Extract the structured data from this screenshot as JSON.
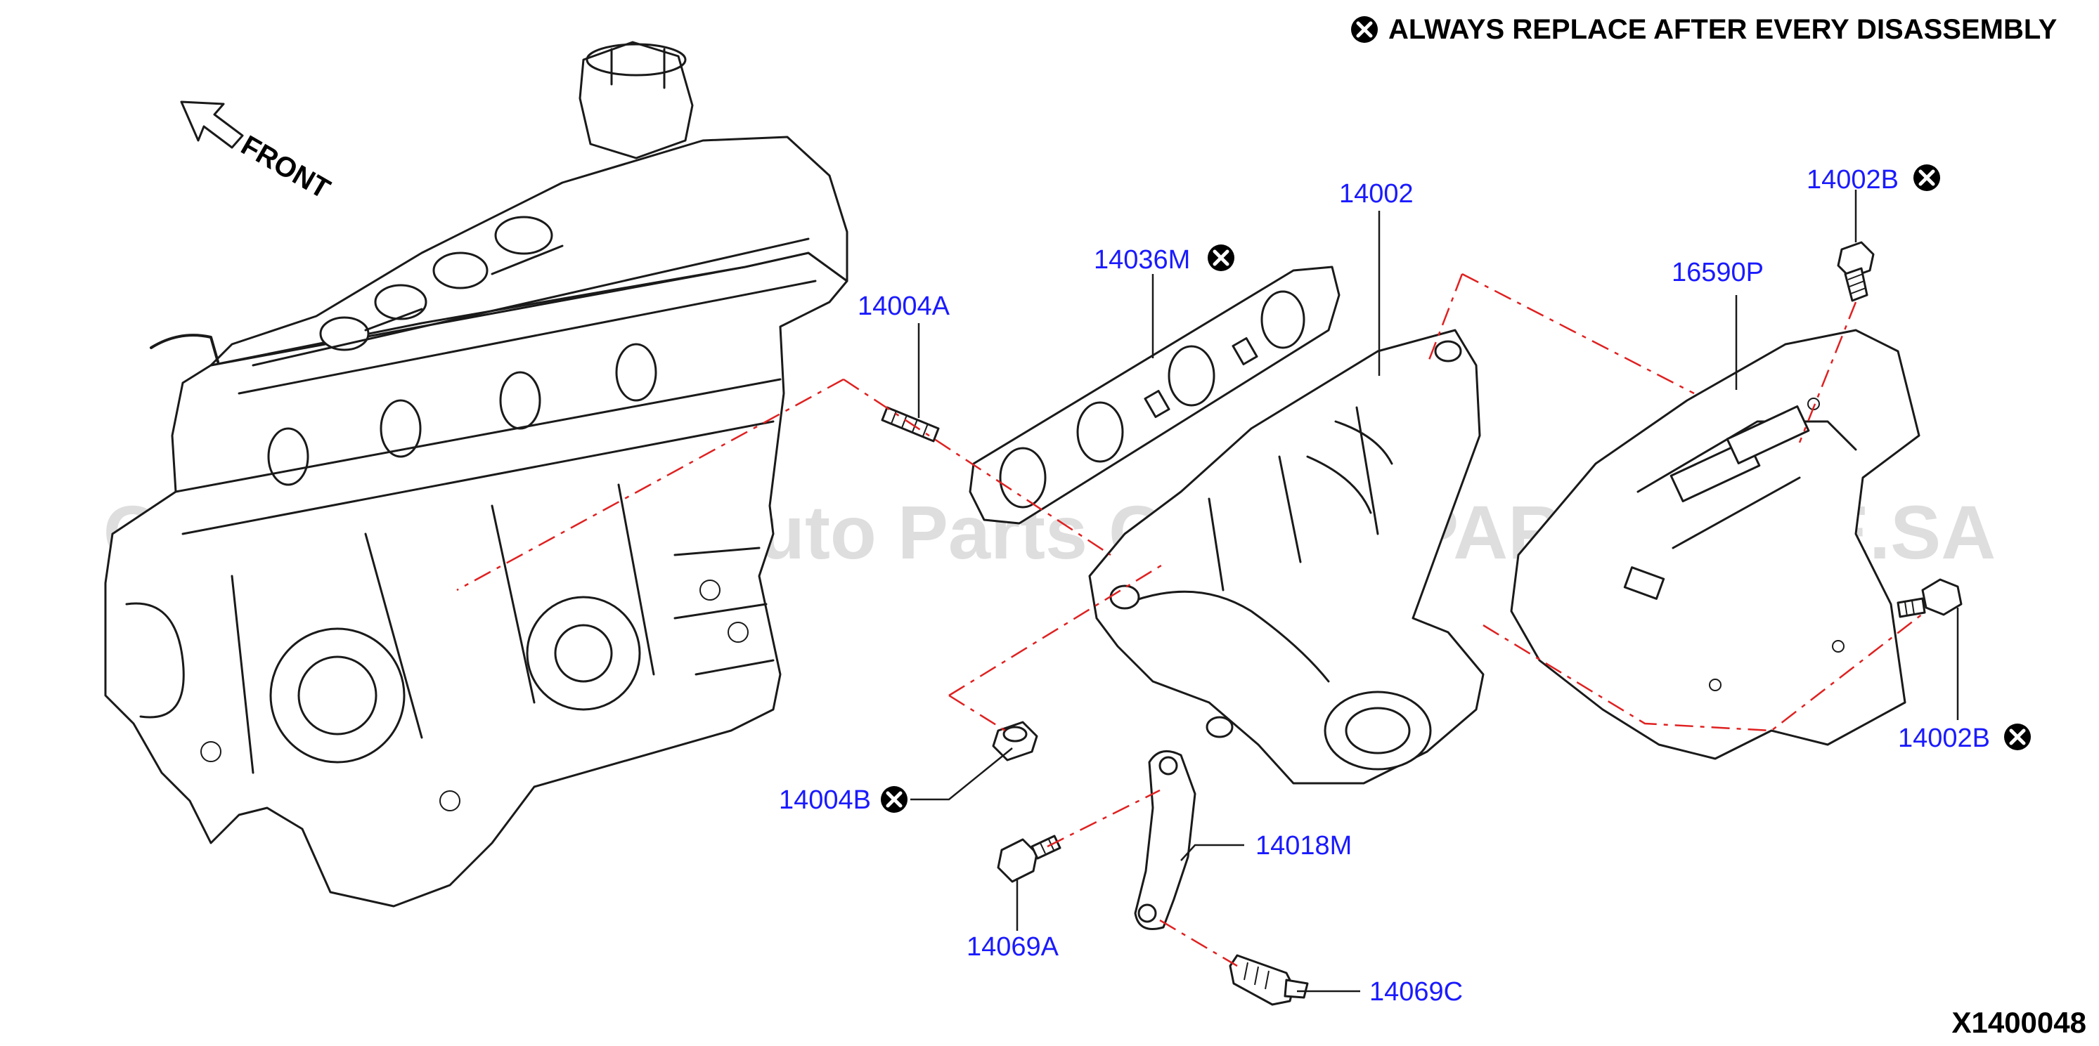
{
  "header": {
    "notice": "ALWAYS REPLACE AFTER EVERY DISASSEMBLY"
  },
  "watermark": "Offers Merchant Auto Parts Catalog PARTSTORE.SA",
  "front_label": "FRONT",
  "diagram_id": "X1400048",
  "parts": [
    {
      "code": "14002B",
      "replace": true
    },
    {
      "code": "16590P",
      "replace": false
    },
    {
      "code": "14002",
      "replace": false
    },
    {
      "code": "14036M",
      "replace": true
    },
    {
      "code": "14004A",
      "replace": false
    },
    {
      "code": "14004B",
      "replace": true
    },
    {
      "code": "14018M",
      "replace": false
    },
    {
      "code": "14069A",
      "replace": false
    },
    {
      "code": "14069C",
      "replace": false
    },
    {
      "code": "14002B",
      "replace": true
    }
  ],
  "colors": {
    "label": "#1a1aff",
    "line": "#1a1a1a",
    "dash": "#e02020",
    "watermark": "#d9d9d9"
  },
  "icons": {
    "replace": "circle-x-icon",
    "front": "arrow-icon"
  }
}
